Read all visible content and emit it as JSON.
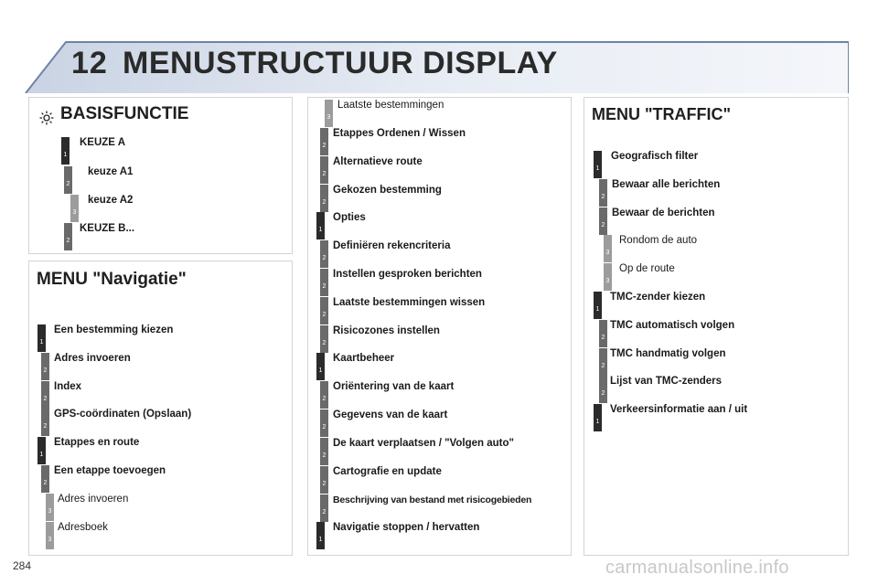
{
  "header": {
    "chapter_number": "12",
    "title": "MENUSTRUCTUUR DISPLAY"
  },
  "basisfunctie": {
    "title": "BASISFUNCTIE",
    "icon": "sun-icon",
    "items": [
      {
        "level": "1",
        "label": "KEUZE A",
        "bold": true
      },
      {
        "level": "2",
        "label": "keuze A1",
        "bold": true
      },
      {
        "level": "3",
        "label": "keuze A2",
        "bold": true
      },
      {
        "level": "2",
        "label": "KEUZE B...",
        "bold": true
      }
    ]
  },
  "navigatie": {
    "title": "MENU \"Navigatie\"",
    "items": [
      {
        "level": "1",
        "label": "Een bestemming kiezen",
        "bold": true
      },
      {
        "level": "2",
        "label": "Adres invoeren",
        "bold": true
      },
      {
        "level": "2",
        "label": "Index",
        "bold": true
      },
      {
        "level": "2",
        "label": "GPS-coördinaten (Opslaan)",
        "bold": true
      },
      {
        "level": "1",
        "label": "Etappes en route",
        "bold": true
      },
      {
        "level": "2",
        "label": "Een etappe toevoegen",
        "bold": true
      },
      {
        "level": "3",
        "label": "Adres invoeren",
        "bold": false
      },
      {
        "level": "3",
        "label": "Adresboek",
        "bold": false
      }
    ]
  },
  "middle": {
    "items": [
      {
        "level": "3",
        "label": "Laatste bestemmingen",
        "bold": false
      },
      {
        "level": "2",
        "label": "Etappes Ordenen / Wissen",
        "bold": true
      },
      {
        "level": "2",
        "label": "Alternatieve route",
        "bold": true
      },
      {
        "level": "2",
        "label": "Gekozen bestemming",
        "bold": true
      },
      {
        "level": "1",
        "label": "Opties",
        "bold": true
      },
      {
        "level": "2",
        "label": "Definiëren rekencriteria",
        "bold": true
      },
      {
        "level": "2",
        "label": "Instellen gesproken berichten",
        "bold": true
      },
      {
        "level": "2",
        "label": "Laatste bestemmingen wissen",
        "bold": true
      },
      {
        "level": "2",
        "label": "Risicozones instellen",
        "bold": true
      },
      {
        "level": "1",
        "label": "Kaartbeheer",
        "bold": true
      },
      {
        "level": "2",
        "label": "Oriëntering van de kaart",
        "bold": true
      },
      {
        "level": "2",
        "label": "Gegevens van de kaart",
        "bold": true
      },
      {
        "level": "2",
        "label": "De kaart verplaatsen / \"Volgen auto\"",
        "bold": true
      },
      {
        "level": "2",
        "label": "Cartografie en update",
        "bold": true
      },
      {
        "level": "2",
        "label": "Beschrijving van bestand met risicogebieden",
        "bold": true
      },
      {
        "level": "1",
        "label": "Navigatie stoppen / hervatten",
        "bold": true
      }
    ]
  },
  "traffic": {
    "title": "MENU \"TRAFFIC\"",
    "items": [
      {
        "level": "1",
        "label": "Geografisch filter",
        "bold": true
      },
      {
        "level": "2",
        "label": "Bewaar alle berichten",
        "bold": true
      },
      {
        "level": "2",
        "label": "Bewaar de berichten",
        "bold": true
      },
      {
        "level": "3",
        "label": "Rondom de auto",
        "bold": false
      },
      {
        "level": "3",
        "label": "Op de route",
        "bold": false
      },
      {
        "level": "1",
        "label": "TMC-zender kiezen",
        "bold": true
      },
      {
        "level": "2",
        "label": "TMC automatisch volgen",
        "bold": true
      },
      {
        "level": "2",
        "label": "TMC handmatig volgen",
        "bold": true
      },
      {
        "level": "2",
        "label": "Lijst van TMC-zenders",
        "bold": true
      },
      {
        "level": "1",
        "label": "Verkeersinformatie aan / uit",
        "bold": true
      }
    ]
  },
  "footer": {
    "page_number": "284",
    "watermark": "carmanualsonline.info"
  }
}
